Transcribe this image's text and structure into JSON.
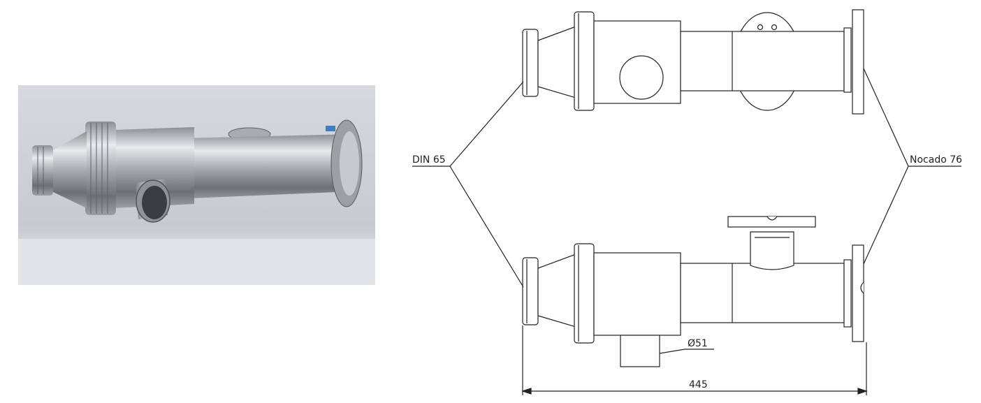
{
  "drawing": {
    "labels": {
      "left_connection": "DIN 65",
      "right_connection": "Nocado 76",
      "branch_diameter": "Ø51",
      "overall_length": "445"
    }
  },
  "colors": {
    "line": "#222222",
    "steel_light": "#e4e6e8",
    "steel_mid": "#b9bdc1",
    "steel_dark": "#6a6e72",
    "photo_bg": "#cfd3d8",
    "accent_blue": "#3f7fc0"
  }
}
